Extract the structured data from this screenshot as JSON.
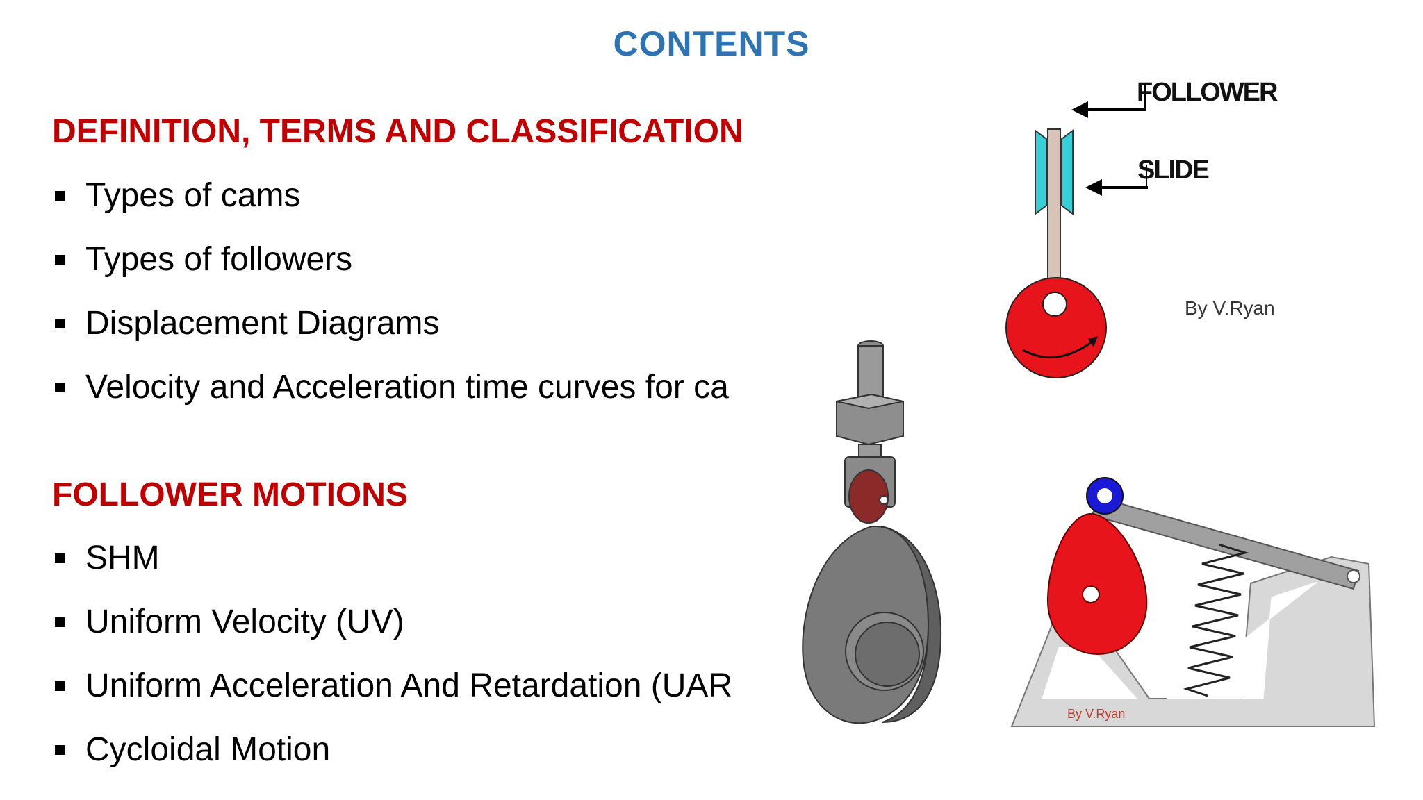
{
  "title": "CONTENTS",
  "sections": [
    {
      "heading": "DEFINITION, TERMS AND CLASSIFICATION",
      "items": [
        "Types of cams",
        "Types of followers",
        "Displacement Diagrams",
        "Velocity and Acceleration time curves for ca"
      ]
    },
    {
      "heading": "FOLLOWER MOTIONS",
      "items": [
        "SHM",
        "Uniform Velocity (UV)",
        "Uniform Acceleration And Retardation (UAR",
        "Cycloidal Motion"
      ]
    }
  ],
  "figures": {
    "cam_diagram": {
      "follower_label": "FOLLOWER",
      "slide_label": "SLIDE",
      "credit": "By V.Ryan"
    },
    "lever_diagram": {
      "credit": "By V.Ryan"
    }
  },
  "colors": {
    "title": "#2e74b5",
    "heading": "#c00000",
    "cam_red": "#e8141b",
    "slide_cyan": "#35d0d8",
    "pivot_blue": "#1a1ad6"
  }
}
